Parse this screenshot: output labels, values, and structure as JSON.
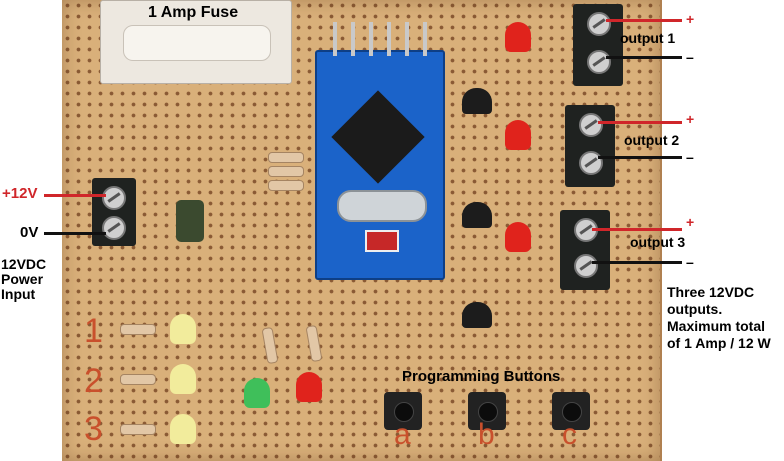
{
  "labels": {
    "fuse": "1 Amp Fuse",
    "plus12v": "+12V",
    "zerov": "0V",
    "power_input": [
      "12VDC",
      "Power",
      "Input"
    ],
    "output1": "output 1",
    "output2": "output 2",
    "output3": "output 3",
    "plus": "+",
    "minus": "–",
    "programming_buttons": "Programming Buttons",
    "note": [
      "Three 12VDC",
      "outputs.",
      "Maximum total",
      "of 1 Amp / 12 W"
    ]
  },
  "board_marks": {
    "numbers": [
      "1",
      "2",
      "3"
    ],
    "buttons": [
      "a",
      "b",
      "c"
    ]
  },
  "colors": {
    "red_wire": "#d0262a",
    "black_wire": "#111111",
    "pcb": "#d9b07a",
    "arduino": "#1b63c9"
  },
  "icons": {
    "components": [
      "fuse-holder",
      "arduino-pro-mini",
      "screw-terminal",
      "led",
      "resistor",
      "transistor",
      "push-button",
      "capacitor"
    ]
  }
}
